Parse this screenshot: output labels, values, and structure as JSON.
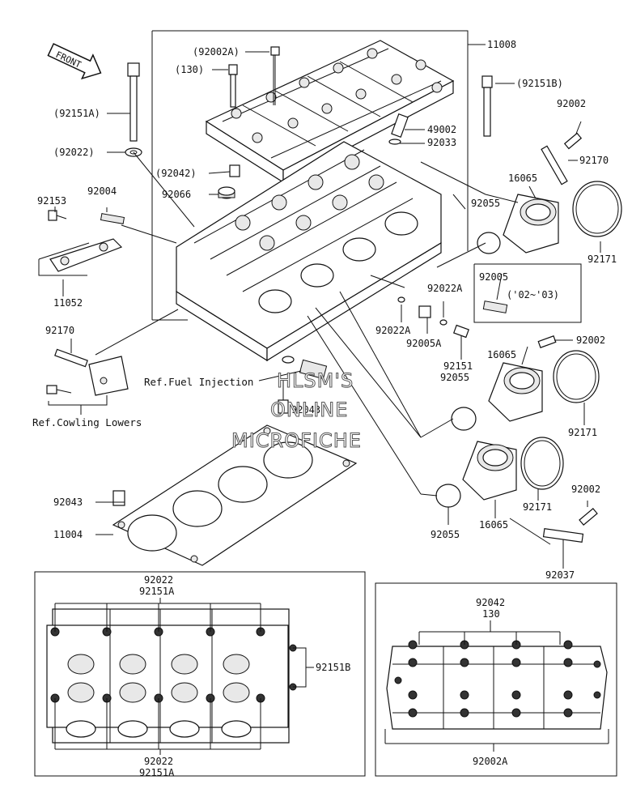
{
  "labels": {
    "p11008": "11008",
    "p92002A_top": "(92002A)",
    "p130_top": "(130)",
    "p92151B": "(92151B)",
    "p92151A": "(92151A)",
    "p92022": "(92022)",
    "p92042": "(92042)",
    "p92066": "92066",
    "p49002": "49002",
    "p92033": "92033",
    "p92002_a": "92002",
    "p92170_a": "92170",
    "p16065_a": "16065",
    "p92055_a": "92055",
    "p92171_a": "92171",
    "p92153": "92153",
    "p92004": "92004",
    "p11052": "11052",
    "p92005": "92005",
    "p92005_note": "('02~'03)",
    "p92022A_a": "92022A",
    "p92022A_b": "92022A",
    "p92005A": "92005A",
    "p92151": "92151",
    "p92055_b": "92055",
    "p92002_b": "92002",
    "p16065_b": "16065",
    "p92171_b": "92171",
    "p92170_b": "92170",
    "p92043_a": "92043",
    "p92043_b": "92043",
    "p11004": "11004",
    "p92171_c": "92171",
    "p92002_c": "92002",
    "p92055_c": "92055",
    "p16065_c": "16065",
    "p92037": "92037",
    "ref_fuel": "Ref.Fuel Injection",
    "ref_cowling": "Ref.Cowling Lowers",
    "front": "FRONT",
    "inset_left_top_1": "92022",
    "inset_left_top_2": "92151A",
    "inset_left_side": "92151B",
    "inset_left_bot_1": "92022",
    "inset_left_bot_2": "92151A",
    "inset_right_top_1": "92042",
    "inset_right_top_2": "130",
    "inset_right_bot": "92002A"
  },
  "watermark": {
    "line1": "HLSM'S",
    "line2": "ONLINE",
    "line3": "MICROFICHE"
  }
}
